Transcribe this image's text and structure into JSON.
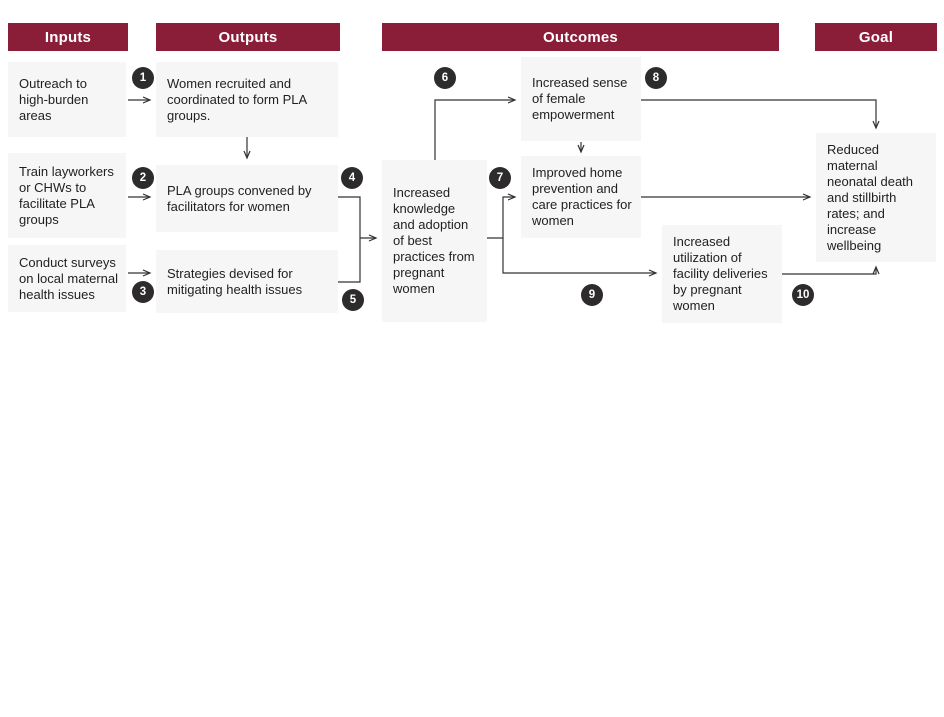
{
  "headers": {
    "inputs": "Inputs",
    "outputs": "Outputs",
    "outcomes": "Outcomes",
    "goal": "Goal"
  },
  "nodes": {
    "input_outreach": "Outreach to high-burden areas",
    "input_train": "Train layworkers or CHWs to facilitate PLA groups",
    "input_surveys": "Conduct surveys on local maternal health issues",
    "output_recruited": "Women recruited and coordinated to form PLA groups.",
    "output_convened": "PLA groups convened by facilitators for women",
    "output_strategies": "Strategies devised for mitigating health issues",
    "outcome_knowledge": "Increased knowledge and adoption of best practices from pregnant women",
    "outcome_empowerment": "Increased sense of female empowerment",
    "outcome_home_care": "Improved home prevention and care practices for women",
    "outcome_facility": "Increased utilization of facility deliveries by pregnant women",
    "goal_reduced_death": "Reduced maternal neonatal death and stillbirth rates; and increase wellbeing"
  },
  "markers": [
    "1",
    "2",
    "3",
    "4",
    "5",
    "6",
    "7",
    "8",
    "9",
    "10"
  ],
  "colors": {
    "header_bg": "#8A1D38",
    "header_text": "#FFFFFF",
    "box_bg": "#F6F6F6",
    "marker_bg": "#2D2B2C",
    "marker_text": "#FFFFFF",
    "arrow": "#333333",
    "text": "#1F1F1F"
  }
}
